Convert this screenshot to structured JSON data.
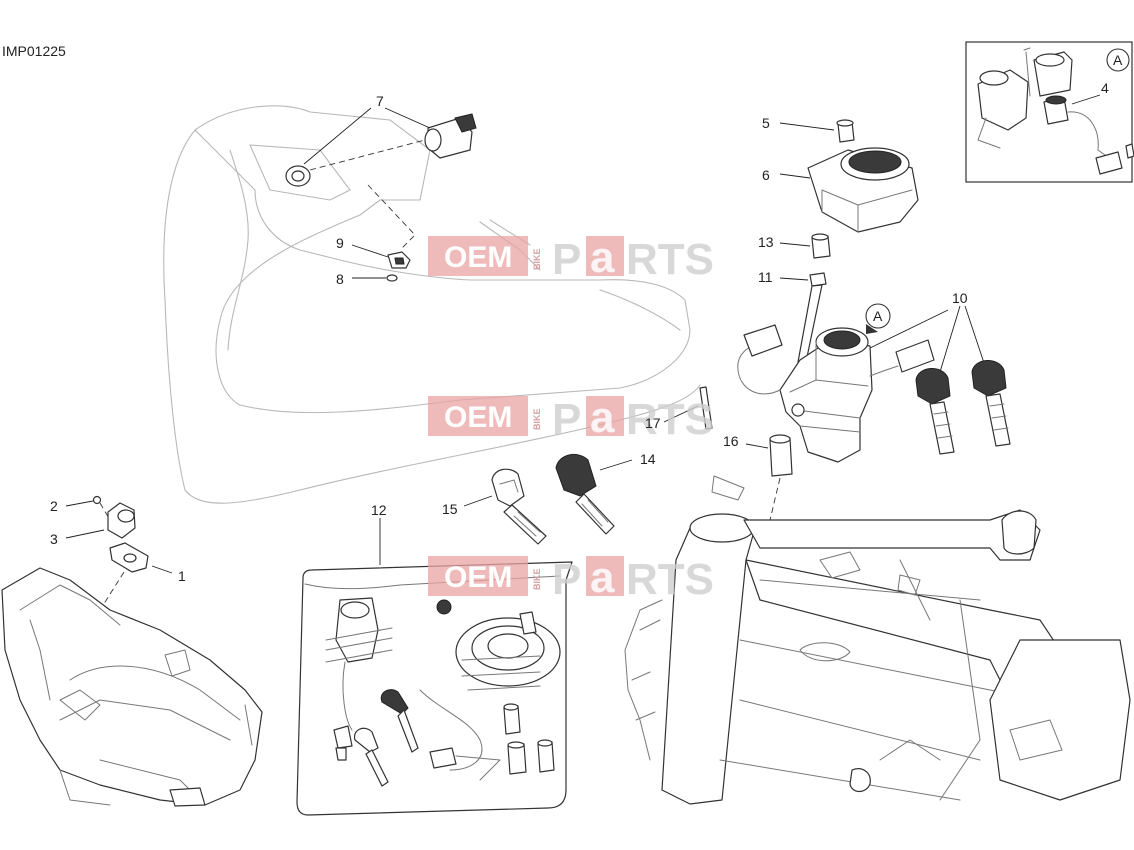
{
  "drawing_code": "IMP01225",
  "detail_marker": "A",
  "reference_labels": {
    "r1": "1",
    "r2": "2",
    "r3": "3",
    "r4": "4",
    "r5": "5",
    "r6": "6",
    "r7": "7",
    "r8": "8",
    "r9": "9",
    "r10": "10",
    "r11": "11",
    "r12": "12",
    "r13": "13",
    "r14": "14",
    "r15": "15",
    "r16": "16",
    "r17": "17"
  },
  "watermark": {
    "oem": "OEM",
    "bike": "BIKE",
    "parts_p": "P",
    "parts_a": "a",
    "parts_rts": "RTS"
  }
}
